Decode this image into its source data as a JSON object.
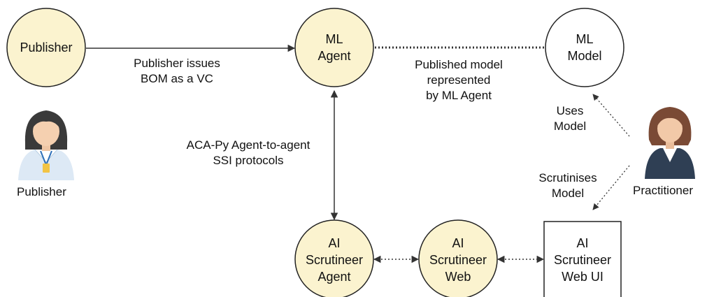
{
  "nodes": {
    "publisher": {
      "line1": "Publisher"
    },
    "ml_agent": {
      "line1": "ML",
      "line2": "Agent"
    },
    "ml_model": {
      "line1": "ML",
      "line2": "Model"
    },
    "ai_agent": {
      "line1": "AI",
      "line2": "Scrutineer",
      "line3": "Agent"
    },
    "ai_web": {
      "line1": "AI",
      "line2": "Scrutineer",
      "line3": "Web"
    },
    "ai_web_ui": {
      "line1": "AI",
      "line2": "Scrutineer",
      "line3": "Web UI"
    }
  },
  "edges": {
    "publisher_to_agent": {
      "line1": "Publisher issues",
      "line2": "BOM as a VC"
    },
    "agent_to_model": {
      "line1": "Published model",
      "line2": "represented",
      "line3": "by ML Agent"
    },
    "agent_to_scrutineer": {
      "line1": "ACA-Py Agent-to-agent",
      "line2": "SSI protocols"
    },
    "uses_model": {
      "line1": "Uses",
      "line2": "Model"
    },
    "scrutinises_model": {
      "line1": "Scrutinises",
      "line2": "Model"
    }
  },
  "people": {
    "publisher": {
      "label": "Publisher"
    },
    "practitioner": {
      "label": "Practitioner"
    }
  },
  "colors": {
    "node_fill": "#fbf3cf",
    "node_stroke": "#222222",
    "line": "#333333"
  }
}
